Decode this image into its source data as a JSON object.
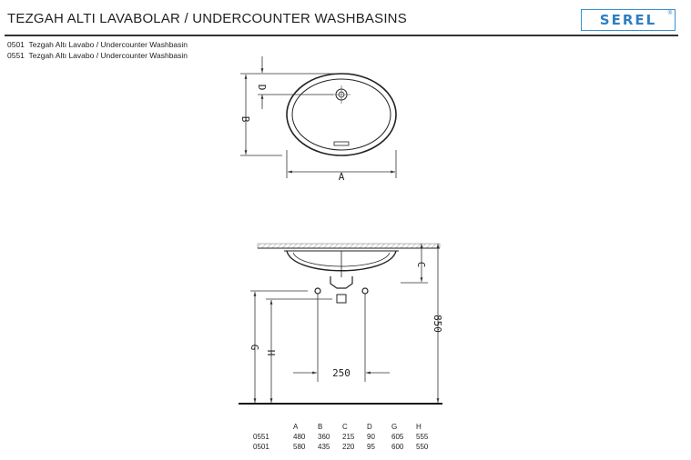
{
  "header": {
    "title": "TEZGAH ALTI LAVABOLAR / UNDERCOUNTER WASHBASINS",
    "brand": "SEREL",
    "brand_mark": "®",
    "brand_color": "#2e7fc4"
  },
  "models": [
    {
      "code": "0501",
      "desc": "Tezgah Altı Lavabo / Undercounter Washbasin"
    },
    {
      "code": "0551",
      "desc": "Tezgah Altı Lavabo / Undercounter Washbasin"
    }
  ],
  "drawing_labels": {
    "a": "A",
    "b": "B",
    "c": "C",
    "d": "D",
    "g": "G",
    "h": "H",
    "spacing": "250",
    "height": "850"
  },
  "dimensions_table": {
    "headers": [
      "",
      "A",
      "B",
      "C",
      "D",
      "G",
      "H"
    ],
    "rows": [
      [
        "0551",
        "480",
        "360",
        "215",
        "90",
        "605",
        "555"
      ],
      [
        "0501",
        "580",
        "435",
        "220",
        "95",
        "600",
        "550"
      ]
    ]
  }
}
